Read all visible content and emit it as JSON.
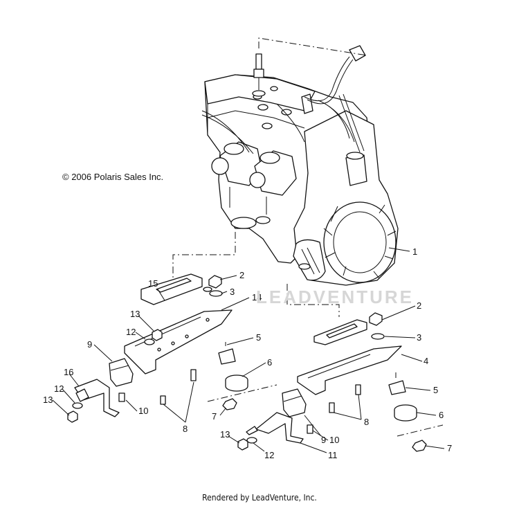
{
  "copyright": "© 2006 Polaris Sales Inc.",
  "watermark": "LEADVENTURE",
  "footer": "Rendered by LeadVenture, Inc.",
  "callouts": [
    {
      "id": "c1",
      "text": "1"
    },
    {
      "id": "c2a",
      "text": "2"
    },
    {
      "id": "c3a",
      "text": "3"
    },
    {
      "id": "c15",
      "text": "15"
    },
    {
      "id": "c14",
      "text": "14"
    },
    {
      "id": "c13a",
      "text": "13"
    },
    {
      "id": "c12a",
      "text": "12"
    },
    {
      "id": "c9a",
      "text": "9"
    },
    {
      "id": "c5a",
      "text": "5"
    },
    {
      "id": "c6a",
      "text": "6"
    },
    {
      "id": "c16",
      "text": "16"
    },
    {
      "id": "c12b",
      "text": "12"
    },
    {
      "id": "c13b",
      "text": "13"
    },
    {
      "id": "c10a",
      "text": "10"
    },
    {
      "id": "c8a",
      "text": "8"
    },
    {
      "id": "c7a",
      "text": "7"
    },
    {
      "id": "c2b",
      "text": "2"
    },
    {
      "id": "c3b",
      "text": "3"
    },
    {
      "id": "c4",
      "text": "4"
    },
    {
      "id": "c5b",
      "text": "5"
    },
    {
      "id": "c6b",
      "text": "6"
    },
    {
      "id": "c8b",
      "text": "8"
    },
    {
      "id": "c9b",
      "text": "9"
    },
    {
      "id": "c10b",
      "text": "10"
    },
    {
      "id": "c13c",
      "text": "13"
    },
    {
      "id": "c12c",
      "text": "12"
    },
    {
      "id": "c11",
      "text": "11"
    },
    {
      "id": "c7b",
      "text": "7"
    }
  ]
}
